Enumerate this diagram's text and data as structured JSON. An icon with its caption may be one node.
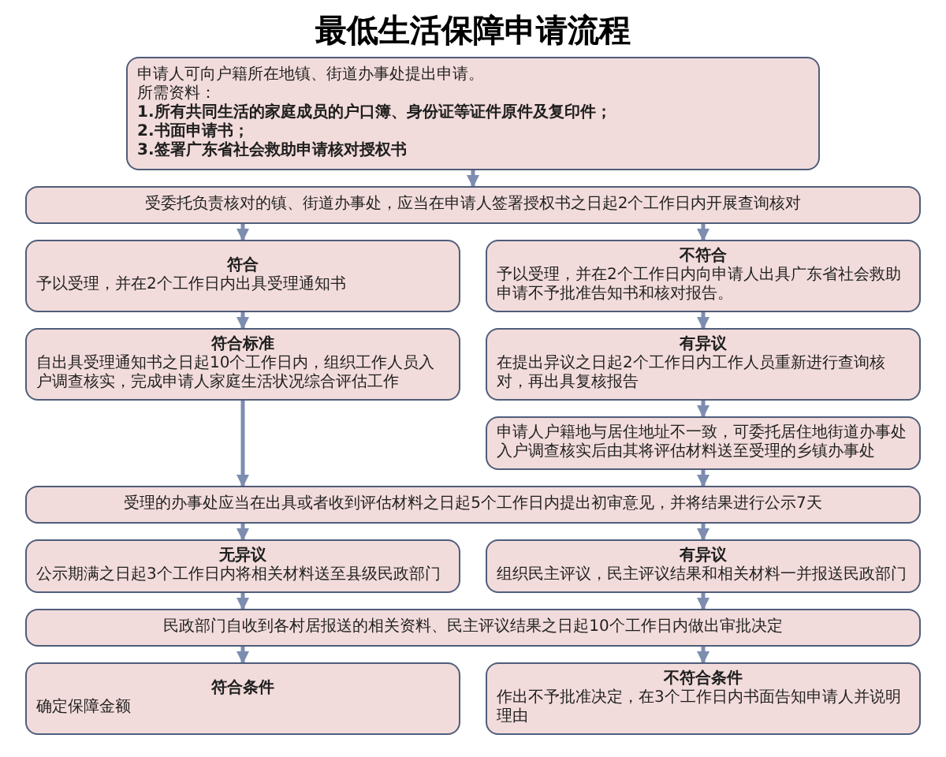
{
  "diagram": {
    "title": "最低生活保障申请流程",
    "nodes": [
      {
        "text": [
          "申请人可向户籍所在地镇、街道办事处提出申请。",
          "所需资料：",
          "1.所有共同生活的家庭成员的户口簿、身份证等证件原件及复印件；",
          "2.书面申请书；",
          "3.签署广东省社会救助申请核对授权书"
        ]
      },
      {
        "text": [
          "受委托负责核对的镇、街道办事处，应当在申请人签署授权书之日起2个工作日内开展查询核对"
        ]
      },
      {
        "text": [
          "符合",
          "予以受理，并在2个工作日内出具受理通知书"
        ]
      },
      {
        "text": [
          "不符合",
          "予以受理，并在2个工作日内向申请人出具广东省社会救助申请不予批准告知书和核对报告。"
        ]
      },
      {
        "text": [
          "有异议",
          "在提出异议之日起2个工作日内工作人员重新进行查询核对，再出具复核报告"
        ]
      },
      {
        "text": [
          "符合标准",
          "自出具受理通知书之日起10个工作日内，组织工作人员入户调查核实，完成申请人家庭生活状况综合评估工作"
        ]
      },
      {
        "text": [
          "申请人户籍地与居住地址不一致，可委托居住地街道办事处入户调查核实后由其将评估材料送至受理的乡镇办事处"
        ]
      },
      {
        "text": [
          "受理的办事处应当在出具或者收到评估材料之日起5个工作日内提出初审意见，并将结果进行公示7天"
        ]
      },
      {
        "text": [
          "无异议",
          "公示期满之日起3个工作日内将相关材料送至县级民政部门"
        ]
      },
      {
        "text": [
          "有异议",
          "组织民主评议，民主评议结果和相关材料一并报送民政部门"
        ]
      },
      {
        "text": [
          "民政部门自收到各村居报送的相关资料、民主评议结果之日起10个工作日内做出审批决定"
        ]
      },
      {
        "text": [
          "符合条件",
          "确定保障金额"
        ]
      },
      {
        "text": [
          "不符合条件",
          "作出不予批准决定，在3个工作日内书面告知申请人并说明理由"
        ]
      }
    ],
    "edges": [
      {
        "from": 0,
        "to": 1,
        "arrow": "to"
      },
      {
        "from": 1,
        "to": 2,
        "arrow": "to"
      },
      {
        "from": 1,
        "to": 3,
        "arrow": "to"
      },
      {
        "from": 3,
        "to": 4,
        "arrow": "to"
      },
      {
        "from": 2,
        "to": 5,
        "arrow": "to"
      },
      {
        "from": 4,
        "to": 6,
        "arrow": "to"
      },
      {
        "from": 5,
        "to": 7,
        "arrow": "to"
      },
      {
        "from": 6,
        "to": 7,
        "arrow": "to"
      },
      {
        "from": 7,
        "to": 8,
        "arrow": "to"
      },
      {
        "from": 7,
        "to": 9,
        "arrow": "to"
      },
      {
        "from": 8,
        "to": 10,
        "arrow": "to"
      },
      {
        "from": 9,
        "to": 10,
        "arrow": "to"
      },
      {
        "from": 10,
        "to": 11,
        "arrow": "to"
      },
      {
        "from": 10,
        "to": 12,
        "arrow": "to"
      }
    ]
  }
}
